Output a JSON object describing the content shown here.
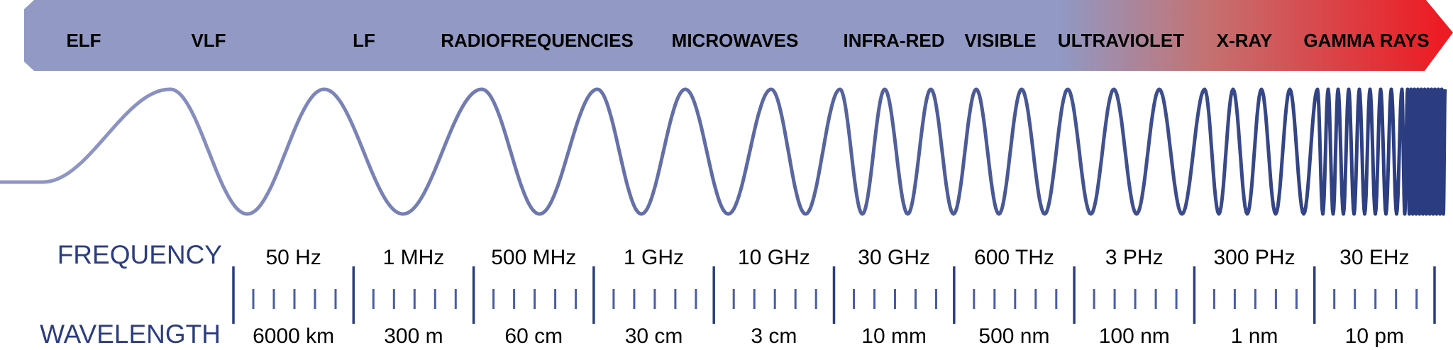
{
  "banner": {
    "bands": [
      "ELF",
      "VLF",
      "LF",
      "RADIOFREQUENCIES",
      "MICROWAVES",
      "INFRA-RED",
      "VISIBLE",
      "ULTRAVIOLET",
      "X-RAY",
      "GAMMA RAYS"
    ],
    "colors": {
      "start": "#9199c4",
      "mid": "#c47272",
      "end": "#ed1c24"
    }
  },
  "wave": {
    "color_start": "#8f96c4",
    "color_end": "#2b3d80"
  },
  "scale": {
    "frequency_label": "FREQUENCY",
    "wavelength_label": "WAVELENGTH",
    "frequencies": [
      "50 Hz",
      "1 MHz",
      "500 MHz",
      "1 GHz",
      "10 GHz",
      "30 GHz",
      "600 THz",
      "3 PHz",
      "300 PHz",
      "30 EHz"
    ],
    "wavelengths": [
      "6000 km",
      "300 m",
      "60 cm",
      "30 cm",
      "3 cm",
      "10 mm",
      "500 nm",
      "100 nm",
      "1 nm",
      "10 pm"
    ],
    "tick_color": "#2b3d80"
  }
}
